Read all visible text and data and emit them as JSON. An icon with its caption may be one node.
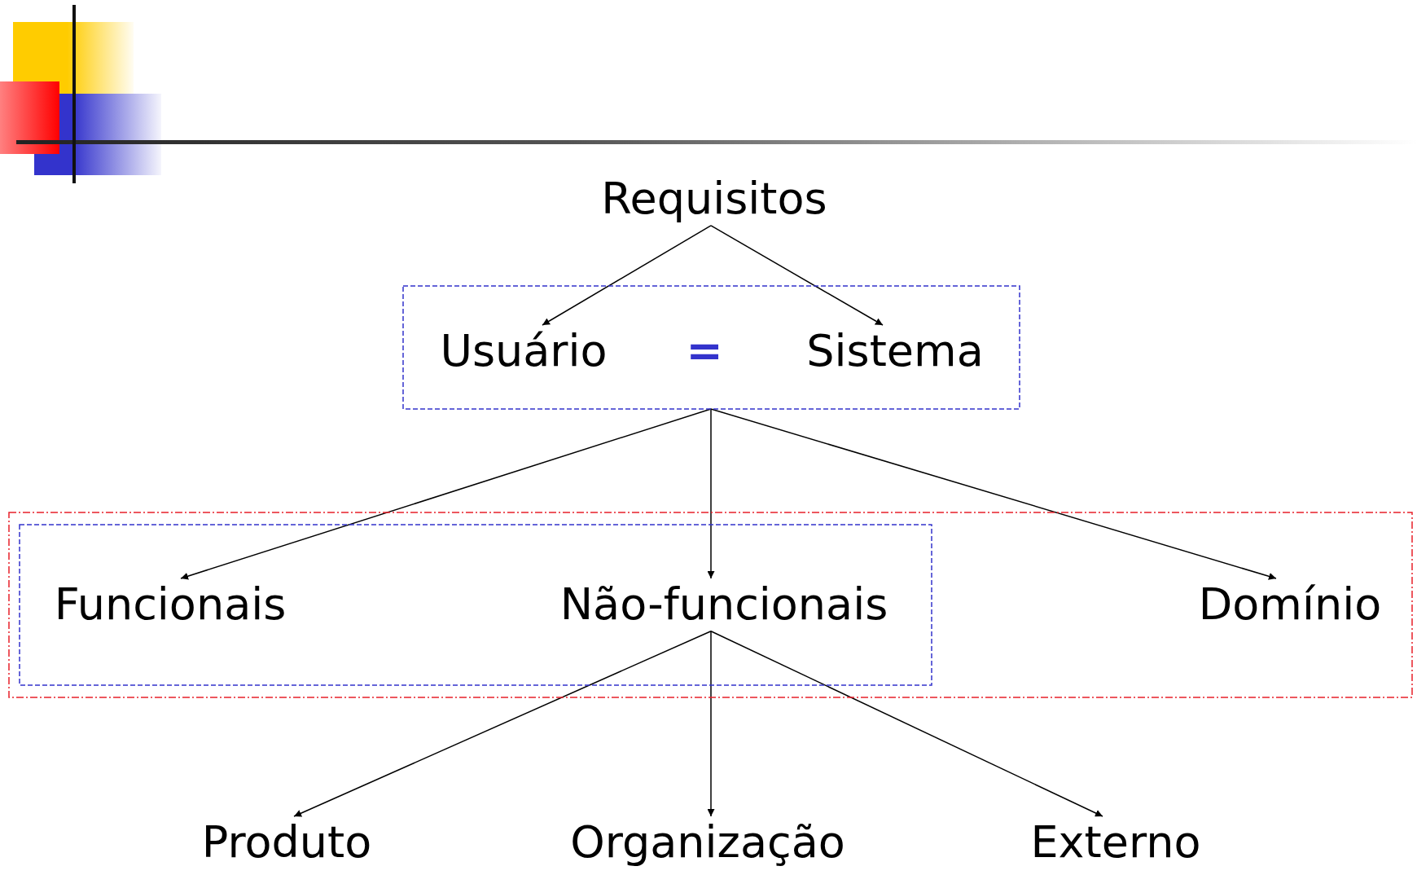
{
  "diagram": {
    "nodes": [
      {
        "text": [
          "Requisitos"
        ]
      },
      {
        "text": [],
        "shape": "box"
      },
      {
        "text": [
          "Usuário"
        ],
        "in": 1
      },
      {
        "text": [
          "Sistema"
        ],
        "in": 1
      },
      {
        "text": [],
        "shape": "box"
      },
      {
        "text": [],
        "shape": "box",
        "in": 4
      },
      {
        "text": [
          "Funcionais"
        ],
        "in": 5
      },
      {
        "text": [
          "Não-funcionais"
        ],
        "in": 5
      },
      {
        "text": [
          "Domínio"
        ],
        "in": 4
      },
      {
        "text": [
          "Produto"
        ]
      },
      {
        "text": [
          "Organização"
        ]
      },
      {
        "text": [
          "Externo"
        ]
      }
    ],
    "edges": [
      {
        "from": 0,
        "to": 2,
        "arrow": "to"
      },
      {
        "from": 0,
        "to": 3,
        "arrow": "to"
      },
      {
        "from": 1,
        "to": 6,
        "arrow": "to"
      },
      {
        "from": 1,
        "to": 7,
        "arrow": "to"
      },
      {
        "from": 1,
        "to": 8,
        "arrow": "to"
      },
      {
        "from": 7,
        "to": 9,
        "arrow": "to"
      },
      {
        "from": 7,
        "to": 10,
        "arrow": "to"
      },
      {
        "from": 7,
        "to": 11,
        "arrow": "to"
      }
    ],
    "labels": [
      "="
    ]
  }
}
